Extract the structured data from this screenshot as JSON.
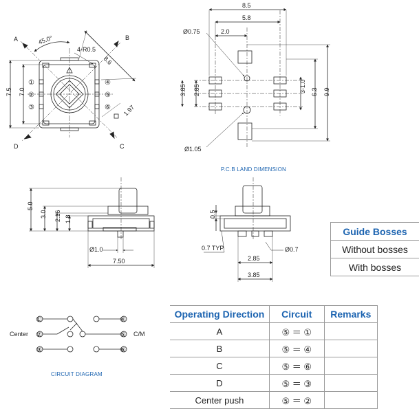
{
  "top_view": {
    "angle": "45.0°",
    "radius": "4-R0.5",
    "dim_86": "8.6",
    "dim_75": "7.5",
    "dim_70": "7.0",
    "dim_197": "1.97",
    "arrow_labels": [
      "A",
      "B",
      "C",
      "D"
    ],
    "pin_labels": [
      "①",
      "②",
      "③",
      "④",
      "⑤",
      "⑥"
    ]
  },
  "pcb": {
    "caption": "P.C.B LAND DIMENSION",
    "dims": {
      "w85": "8.5",
      "w58": "5.8",
      "w20": "2.0",
      "d075": "Ø0.75",
      "h385": "3.85",
      "h285": "2.85",
      "h310": "3-1.0",
      "h63": "6.3",
      "h99": "9.9",
      "d105": "Ø1.05"
    }
  },
  "side_view": {
    "dims": {
      "h50": "5.0",
      "h30": "3.0",
      "h216": "2.16",
      "h18": "1.8",
      "d10": "Ø1.0",
      "w750": "7.50"
    }
  },
  "end_view": {
    "dims": {
      "h05": "0.5",
      "t07": "0.7 TYP",
      "d07": "Ø0.7",
      "w285": "2.85",
      "w385": "3.85"
    }
  },
  "circuit": {
    "caption": "CIRCUIT DIAGRAM",
    "center_label": "Center",
    "cm_label": "C/M",
    "pins": [
      "①",
      "②",
      "③",
      "④",
      "⑤",
      "⑥"
    ]
  },
  "guide_table": {
    "header": "Guide Bosses",
    "rows": [
      "Without bosses",
      "With bosses"
    ]
  },
  "op_table": {
    "headers": [
      "Operating Direction",
      "Circuit",
      "Remarks"
    ],
    "rows": [
      {
        "dir": "A",
        "circuit": "⑤ ＝ ①",
        "remarks": ""
      },
      {
        "dir": "B",
        "circuit": "⑤ ＝ ④",
        "remarks": ""
      },
      {
        "dir": "C",
        "circuit": "⑤ ＝ ⑥",
        "remarks": ""
      },
      {
        "dir": "D",
        "circuit": "⑤ ＝ ③",
        "remarks": ""
      },
      {
        "dir": "Center push",
        "circuit": "⑤ ＝ ②",
        "remarks": ""
      }
    ]
  }
}
